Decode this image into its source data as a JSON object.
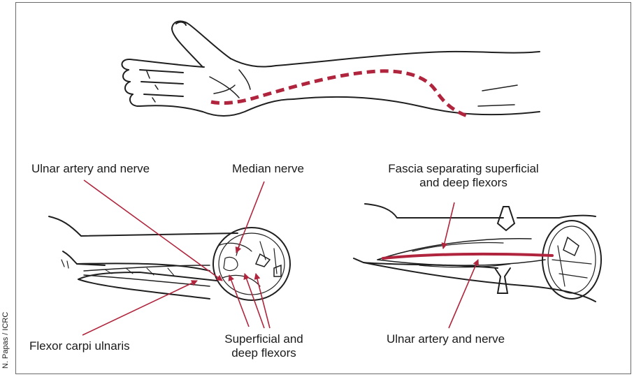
{
  "colors": {
    "accent": "#b0253d",
    "line": "#1f1f1f",
    "frame": "#6a6a6a"
  },
  "credit": "N. Papas / ICRC",
  "labels": {
    "ulnar_left": "Ulnar artery and nerve",
    "median": "Median nerve",
    "fascia_line1": "Fascia separating superficial",
    "fascia_line2": "and deep flexors",
    "flexor_carpi": "Flexor carpi ulnaris",
    "superficial_line1": "Superficial and",
    "superficial_line2": "deep flexors",
    "ulnar_right": "Ulnar artery and nerve"
  }
}
